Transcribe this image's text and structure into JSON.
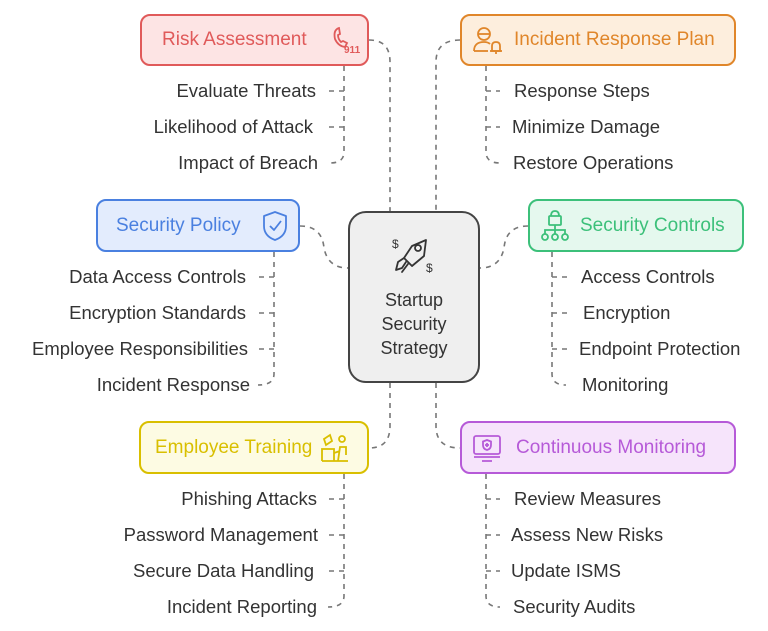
{
  "center": {
    "lines": [
      "Startup",
      "Security",
      "Strategy"
    ],
    "icon": "rocket-money-icon"
  },
  "branches": {
    "risk": {
      "title": "Risk Assessment",
      "icon": "phone-911-icon",
      "color": "#e05a5a",
      "fill": "#fde4e4",
      "items": [
        "Evaluate Threats",
        "Likelihood of Attack",
        "Impact of Breach"
      ]
    },
    "incident": {
      "title": "Incident Response Plan",
      "icon": "responder-bell-icon",
      "color": "#e0862a",
      "fill": "#fdeedd",
      "items": [
        "Response Steps",
        "Minimize Damage",
        "Restore Operations"
      ]
    },
    "policy": {
      "title": "Security Policy",
      "icon": "shield-check-icon",
      "color": "#4a80e0",
      "fill": "#e3ecfd",
      "items": [
        "Data Access Controls",
        "Encryption Standards",
        "Employee Responsibilities",
        "Incident Response"
      ]
    },
    "controls": {
      "title": "Security Controls",
      "icon": "lock-network-icon",
      "color": "#3cc07a",
      "fill": "#e5f8ee",
      "items": [
        "Access Controls",
        "Encryption",
        "Endpoint Protection",
        "Monitoring"
      ]
    },
    "training": {
      "title": "Employee Training",
      "icon": "teacher-board-icon",
      "color": "#d9bf00",
      "fill": "#fdfbe3",
      "items": [
        "Phishing Attacks",
        "Password Management",
        "Secure Data Handling",
        "Incident Reporting"
      ]
    },
    "monitoring": {
      "title": "Continuous Monitoring",
      "icon": "monitor-shield-icon",
      "color": "#b65ad8",
      "fill": "#f6e4fb",
      "items": [
        "Review Measures",
        "Assess New Risks",
        "Update ISMS",
        "Security Audits"
      ]
    }
  }
}
